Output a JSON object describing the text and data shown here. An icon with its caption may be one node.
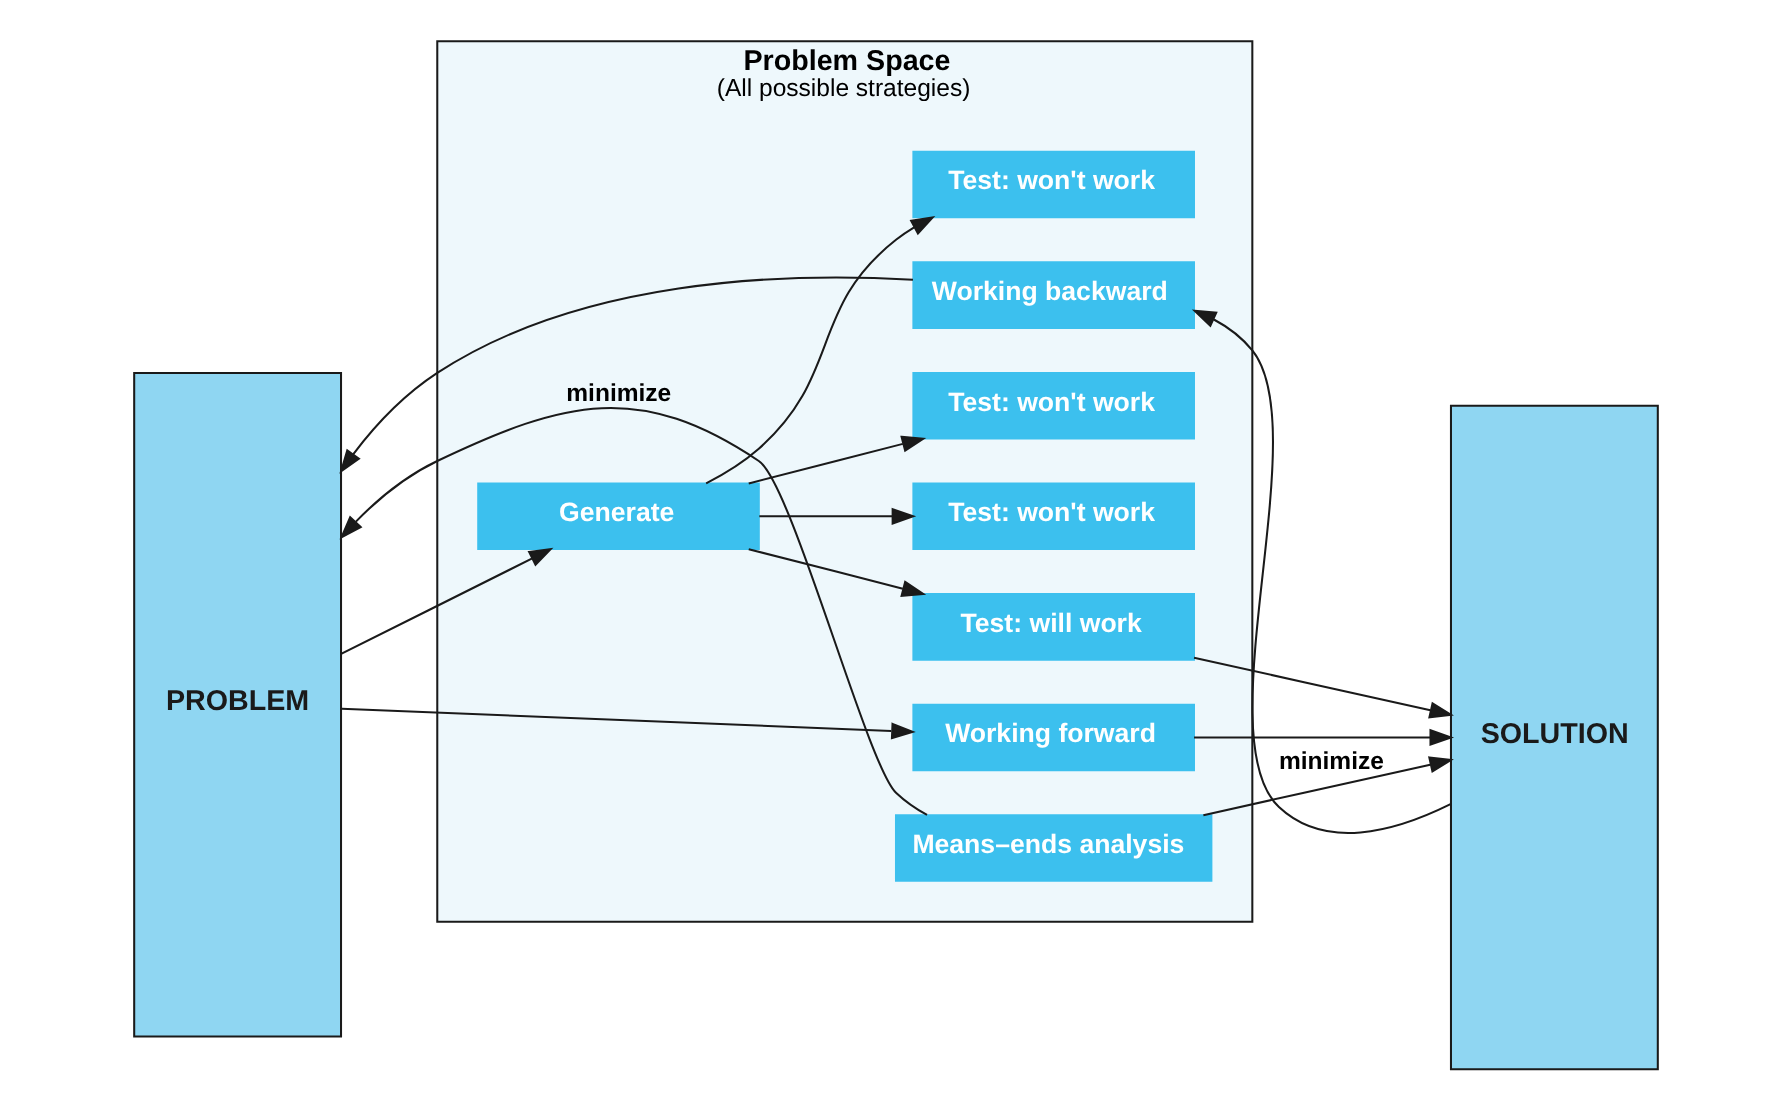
{
  "diagram": {
    "nodes": [
      {
        "text": [
          "Problem Space",
          "(All possible strategies)"
        ]
      },
      {
        "text": [
          "PROBLEM"
        ]
      },
      {
        "text": [
          "SOLUTION"
        ]
      },
      {
        "text": [
          "Working forward"
        ],
        "in": 0
      },
      {
        "text": [
          "Working backward"
        ],
        "in": 0
      },
      {
        "text": [
          "Means–ends analysis"
        ],
        "in": 0
      },
      {
        "text": [
          "Generate"
        ],
        "in": 0
      },
      {
        "text": [
          "Test: won't work"
        ],
        "in": 0
      },
      {
        "text": [
          "Test: won't work"
        ],
        "in": 0
      },
      {
        "text": [
          "Test: won't work"
        ],
        "in": 0
      },
      {
        "text": [
          "Test: will work"
        ],
        "in": 0
      }
    ],
    "edges": [
      {
        "from": 1,
        "to": 3,
        "arrow": "to"
      },
      {
        "from": 3,
        "to": 2,
        "arrow": "to"
      },
      {
        "from": 2,
        "to": 4,
        "arrow": "to"
      },
      {
        "from": 4,
        "to": 1,
        "arrow": "to"
      },
      {
        "from": 5,
        "to": 1,
        "arrow": "to",
        "label": "minimize"
      },
      {
        "from": 5,
        "to": 2,
        "arrow": "to",
        "label": "minimize"
      },
      {
        "from": 1,
        "to": 6,
        "arrow": "to"
      },
      {
        "from": 6,
        "to": 7,
        "arrow": "to"
      },
      {
        "from": 6,
        "to": 8,
        "arrow": "to"
      },
      {
        "from": 6,
        "to": 9,
        "arrow": "to"
      },
      {
        "from": 6,
        "to": 10,
        "arrow": "to"
      },
      {
        "from": 10,
        "to": 2,
        "arrow": "to"
      }
    ]
  }
}
